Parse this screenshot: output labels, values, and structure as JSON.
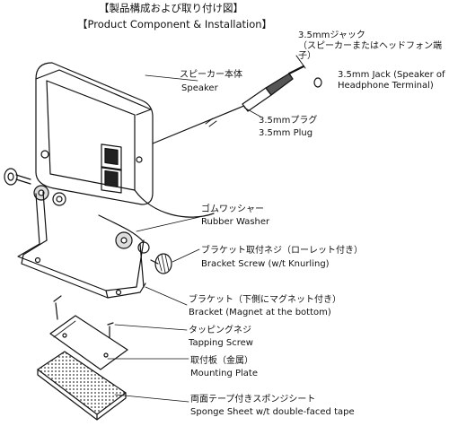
{
  "header": {
    "title_jp": "【製品構成および取り付け図】",
    "title_en": "【Product Component & Installation】"
  },
  "components": [
    {
      "id": "jack",
      "jp": "3.5mmジャック\n（スピーカーまたはヘッドフォン端子）",
      "en": "3.5mm Jack (Speaker of\nHeadphone Terminal)"
    },
    {
      "id": "speaker",
      "jp": "スピーカー本体",
      "en": "Speaker"
    },
    {
      "id": "plug",
      "jp": "3.5mmプラグ",
      "en": "3.5mm Plug"
    },
    {
      "id": "washer",
      "jp": "ゴムワッシャー",
      "en": "Rubber Washer"
    },
    {
      "id": "bracket_screw",
      "jp": "ブラケット取付ネジ（ローレット付き）",
      "en": "Bracket Screw (w/t Knurling)"
    },
    {
      "id": "bracket",
      "jp": "ブラケット（下側にマグネット付き）",
      "en": "Bracket (Magnet at the bottom)"
    },
    {
      "id": "tapping_screw",
      "jp": "タッピングネジ",
      "en": "Tapping Screw"
    },
    {
      "id": "mounting_plate",
      "jp": "取付板（金属）",
      "en": "Mounting Plate"
    },
    {
      "id": "sponge",
      "jp": "両面テープ付きスポンジシート",
      "en": "Sponge Sheet w/t double-faced tape"
    }
  ]
}
